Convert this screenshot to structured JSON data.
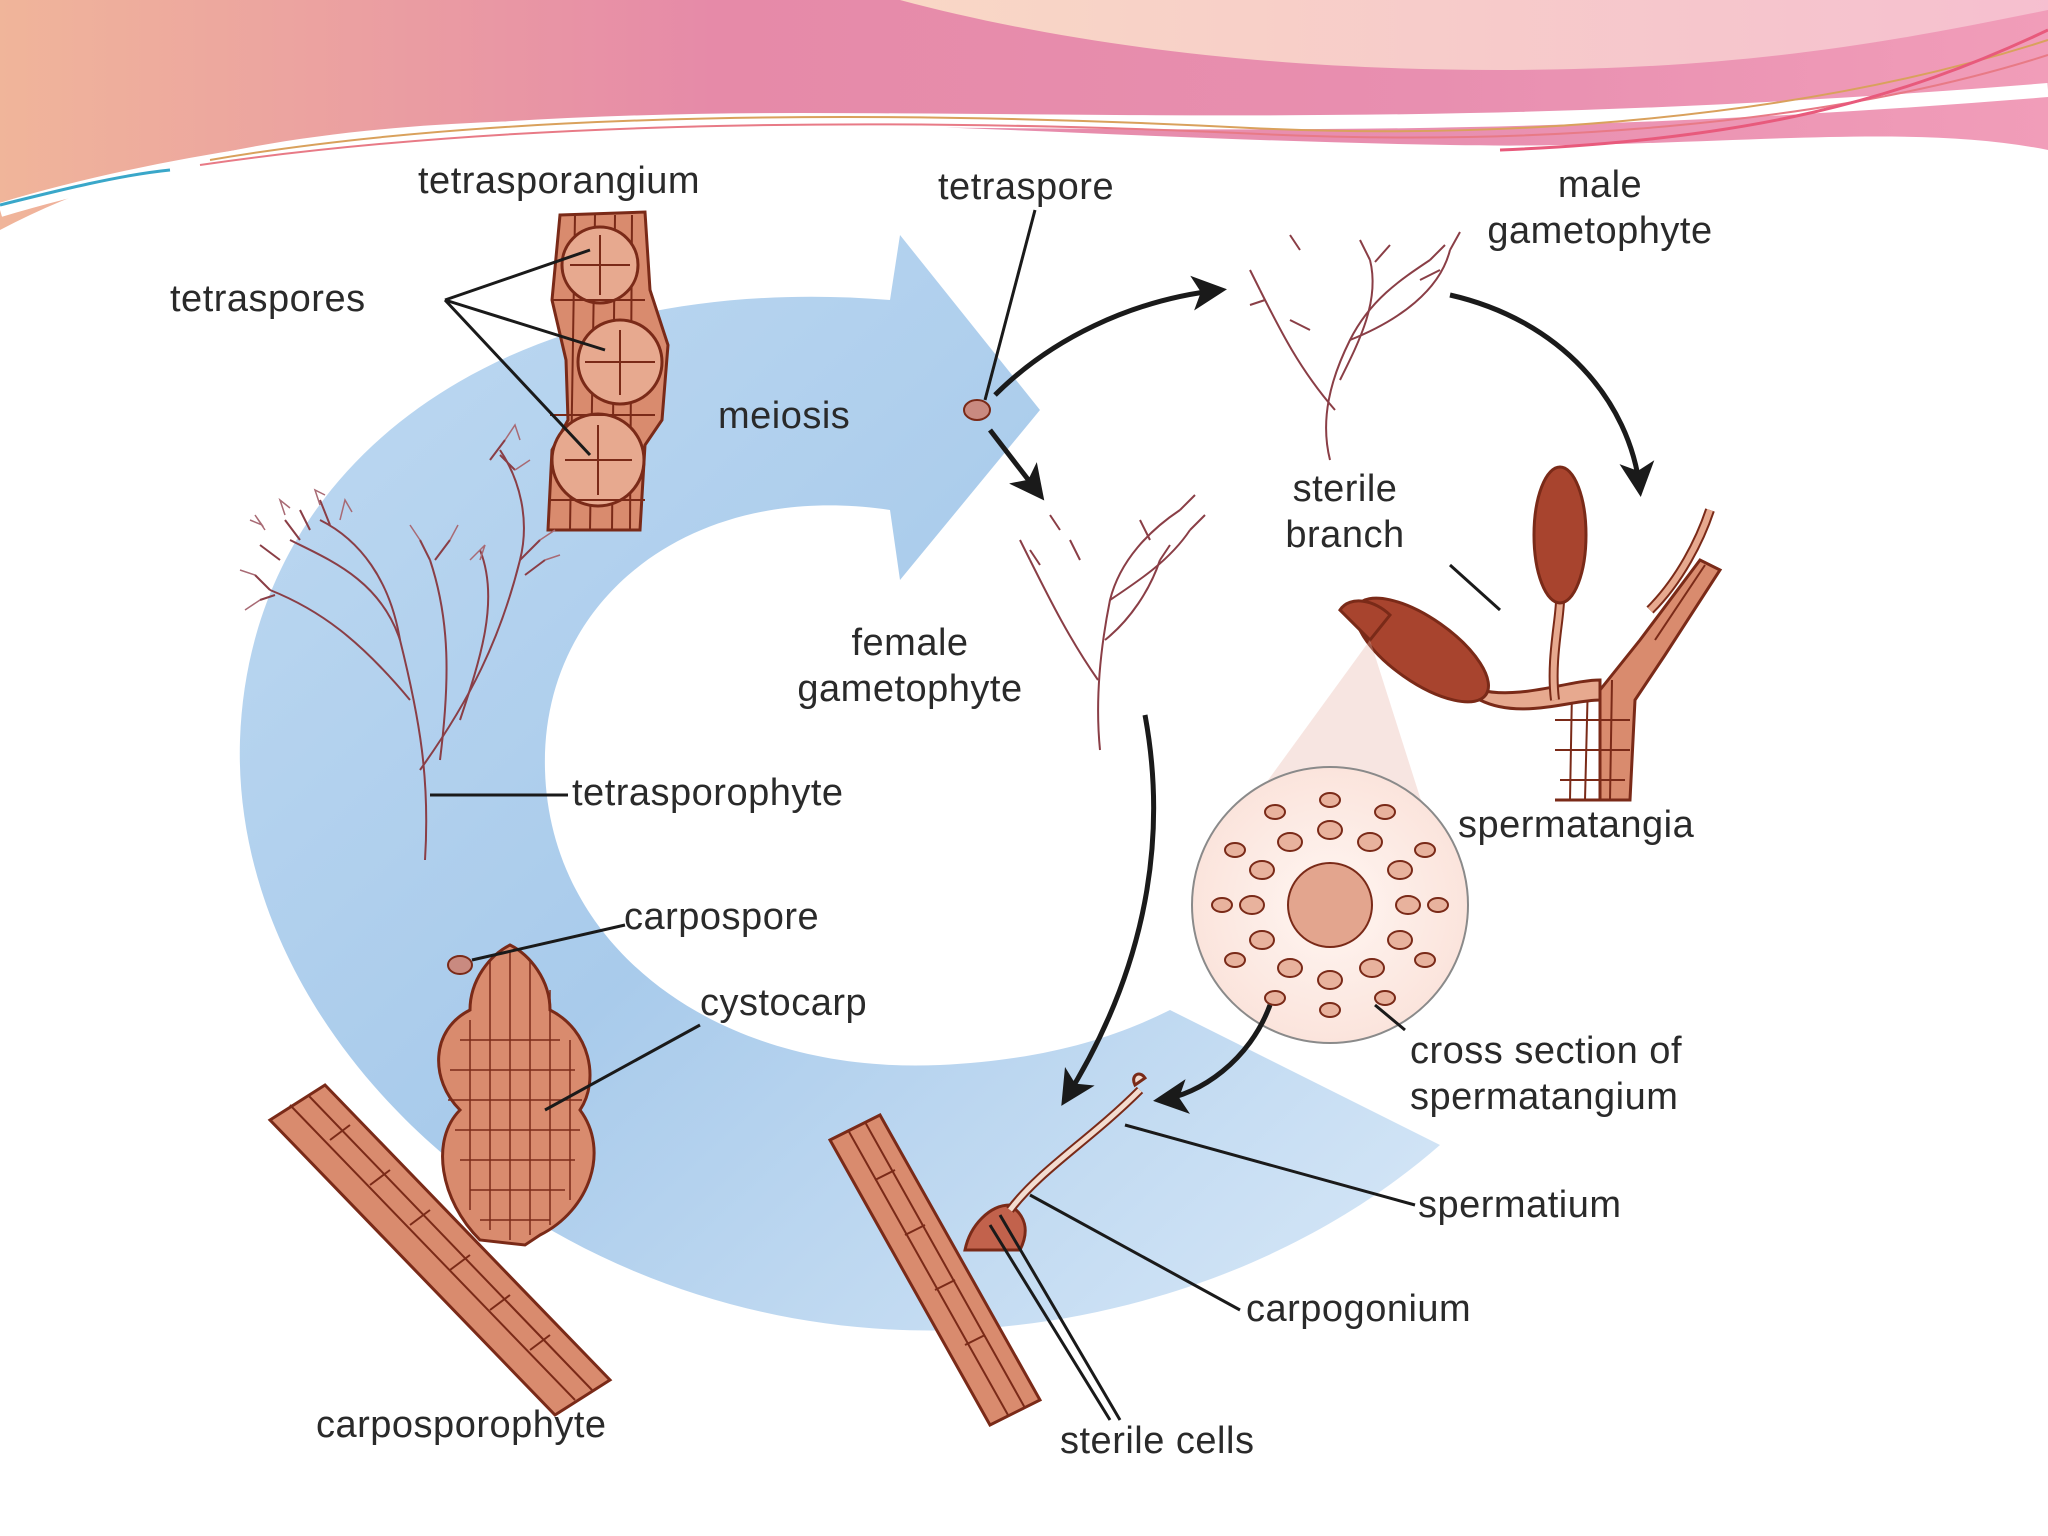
{
  "diagram": {
    "labels": {
      "tetrasporangium": "tetrasporangium",
      "tetraspores": "tetraspores",
      "tetraspore": "tetraspore",
      "male_gametophyte_1": "male",
      "male_gametophyte_2": "gametophyte",
      "meiosis": "meiosis",
      "sterile_branch_1": "sterile",
      "sterile_branch_2": "branch",
      "female_gametophyte_1": "female",
      "female_gametophyte_2": "gametophyte",
      "tetrasporophyte": "tetrasporophyte",
      "spermatangia": "spermatangia",
      "carpospore": "carpospore",
      "cystocarp": "cystocarp",
      "cross_section_1": "cross section of",
      "cross_section_2": "spermatangium",
      "spermatium": "spermatium",
      "carpogonium": "carpogonium",
      "carposporophyte": "carposporophyte",
      "sterile_cells": "sterile cells"
    },
    "colors": {
      "cycle_arrow": "#a9cbea",
      "tissue_fill": "#d98b6e",
      "tissue_stroke": "#7a2a18",
      "spermatangium_fill": "#a8442e",
      "header_pink": "#e589a6",
      "header_peach": "#f3b39a"
    }
  }
}
